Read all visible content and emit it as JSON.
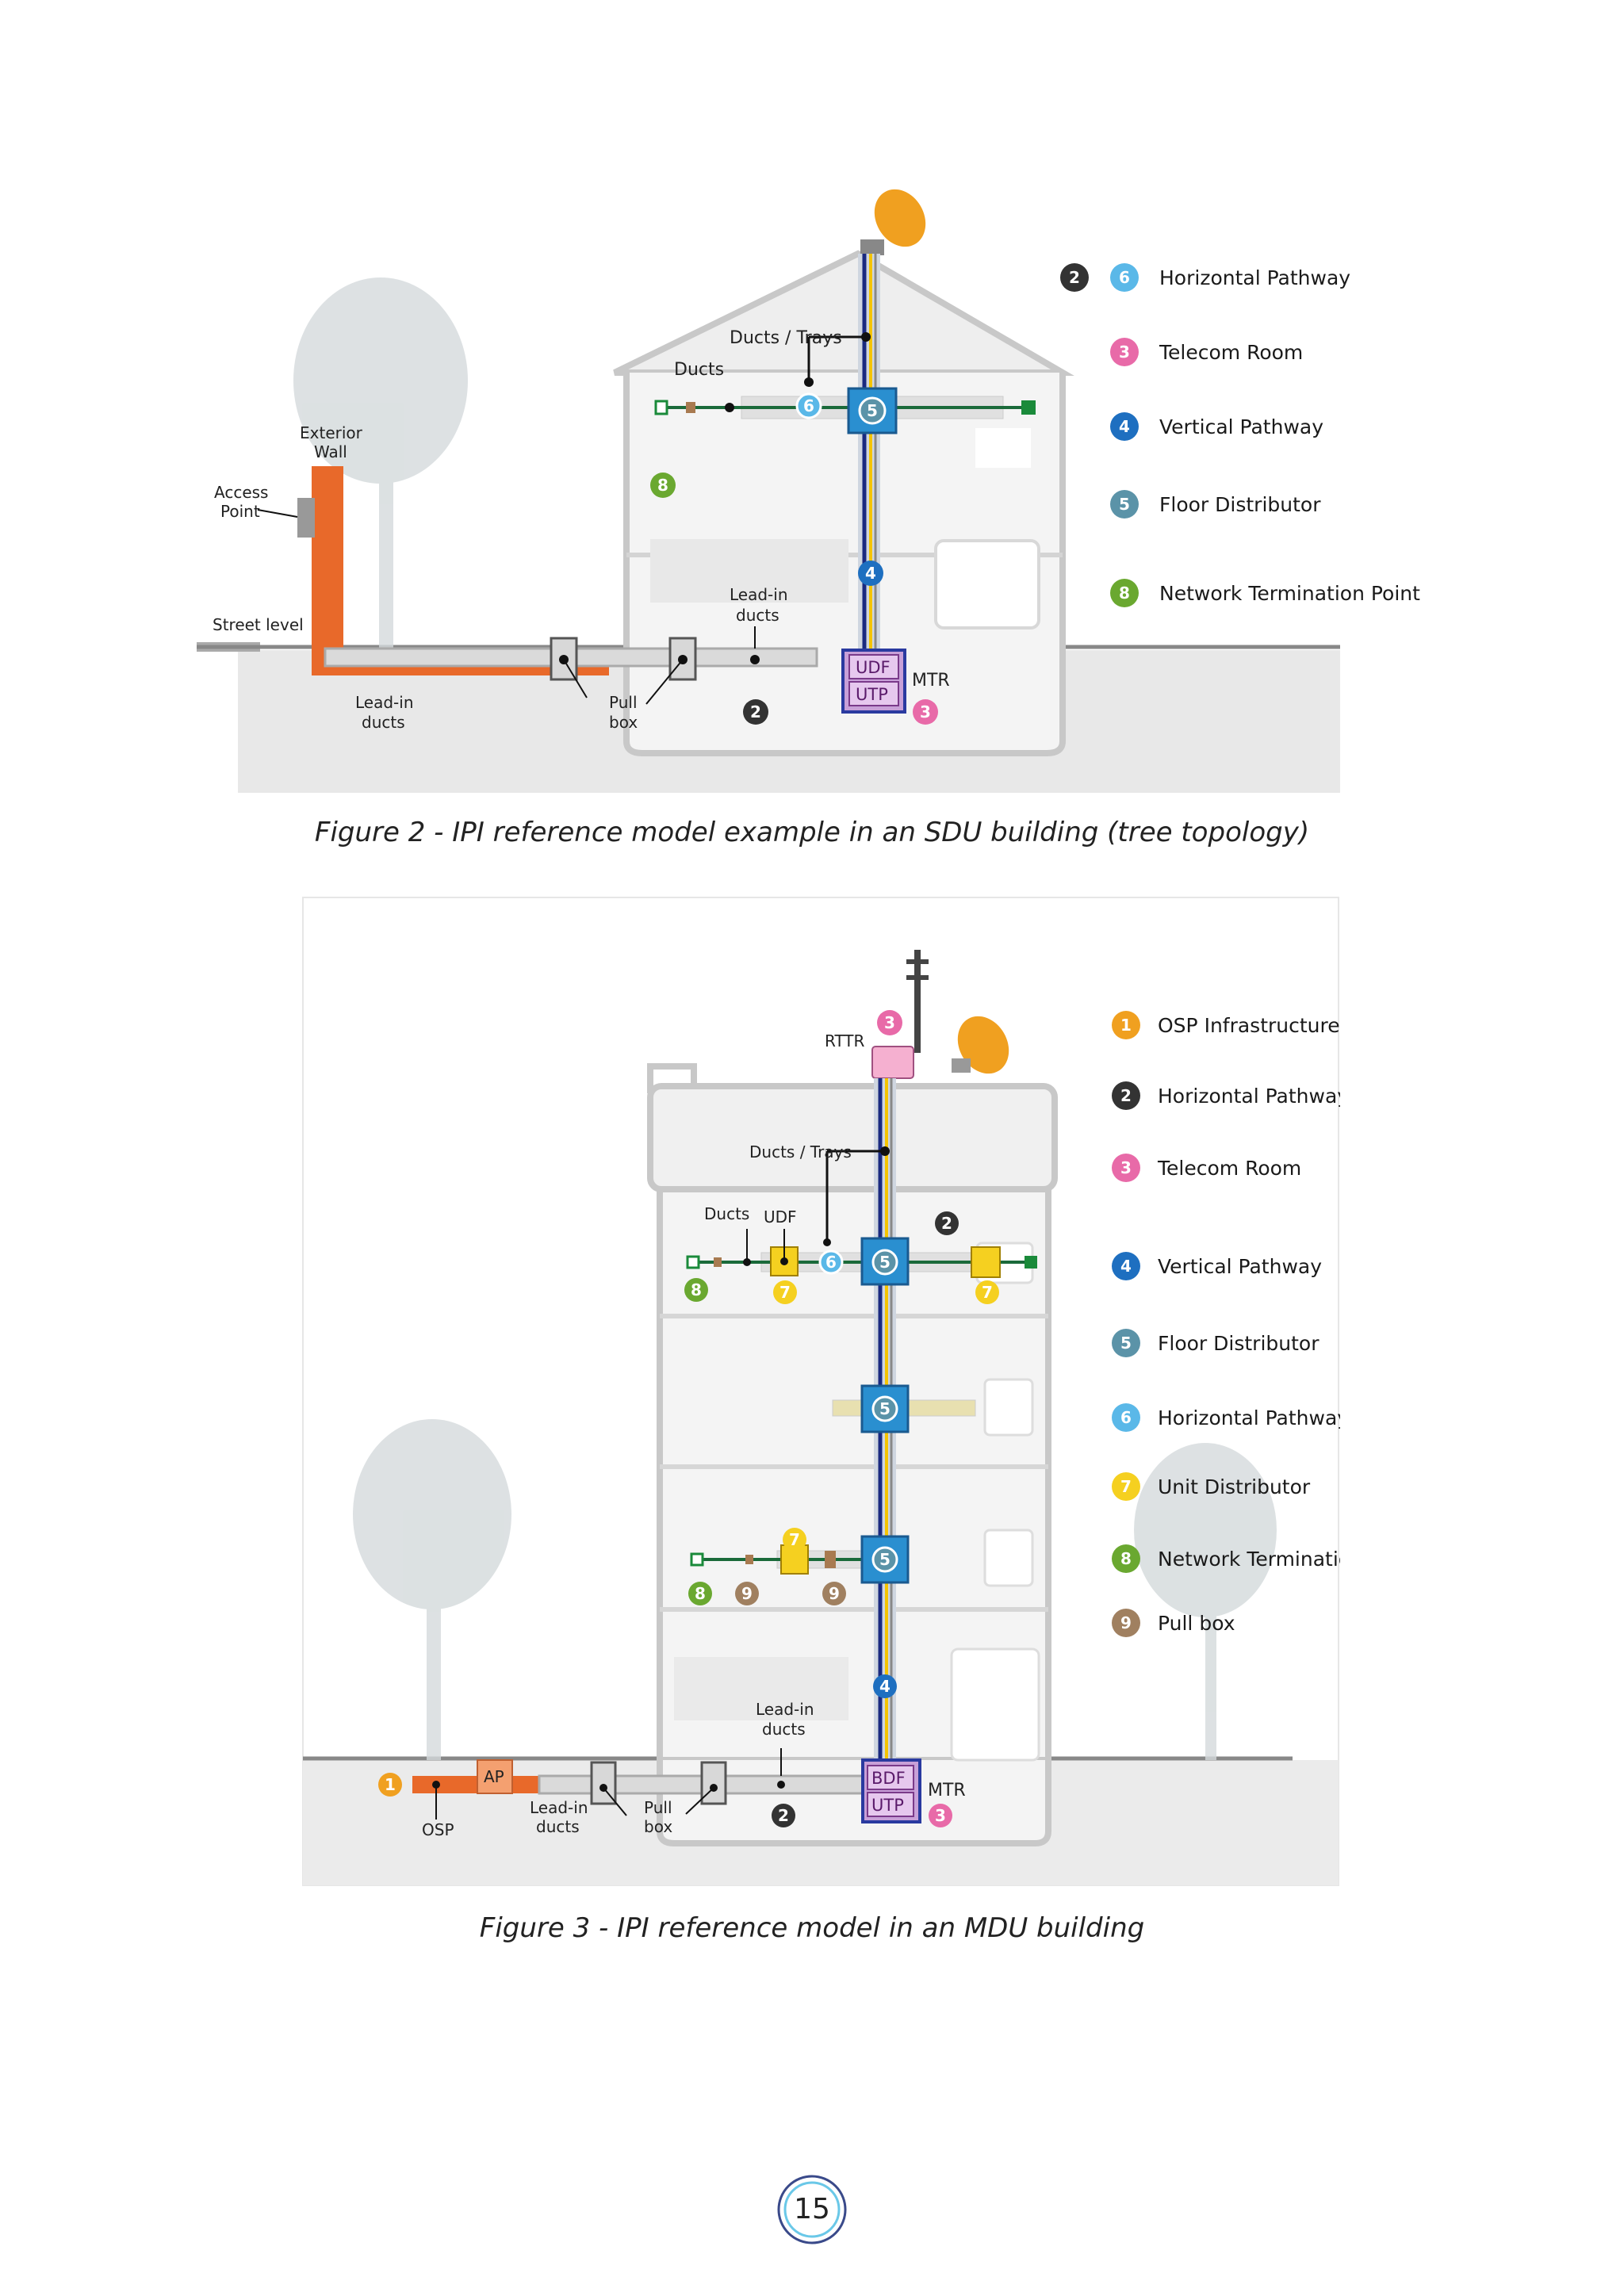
{
  "figure2": {
    "caption": "Figure 2 - IPI reference model example in an SDU building (tree topology)",
    "labels": {
      "ducts_trays": "Ducts / Trays",
      "ducts": "Ducts",
      "exterior_wall": [
        "Exterior",
        "Wall"
      ],
      "access_point": [
        "Access",
        "Point"
      ],
      "street_level": "Street level",
      "lead_in_ducts_inside": [
        "Lead-in",
        "ducts"
      ],
      "lead_in_ducts_outside": [
        "Lead-in",
        "ducts"
      ],
      "pull_box": [
        "Pull",
        "box"
      ],
      "udf": "UDF",
      "utp": "UTP",
      "mtr": "MTR"
    },
    "legend": [
      {
        "badges": [
          "2",
          "6"
        ],
        "text": "Horizontal Pathway"
      },
      {
        "badges": [
          "3"
        ],
        "text": "Telecom Room"
      },
      {
        "badges": [
          "4"
        ],
        "text": "Vertical Pathway"
      },
      {
        "badges": [
          "5"
        ],
        "text": "Floor Distributor"
      },
      {
        "badges": [
          "8"
        ],
        "text": "Network Termination Point"
      }
    ]
  },
  "figure3": {
    "caption": "Figure 3 - IPI reference model in an MDU building",
    "labels": {
      "rttr": "RTTR",
      "ducts_trays": "Ducts / Trays",
      "ducts": "Ducts",
      "udf": "UDF",
      "ap": "AP",
      "osp": "OSP",
      "lead_in_ducts_inside": [
        "Lead-in",
        "ducts"
      ],
      "lead_in_ducts_outside": [
        "Lead-in",
        "ducts"
      ],
      "pull_box": [
        "Pull",
        "box"
      ],
      "bdf": "BDF",
      "utp": "UTP",
      "mtr": "MTR"
    },
    "legend": [
      {
        "badges": [
          "1"
        ],
        "text": "OSP Infrastructure"
      },
      {
        "badges": [
          "2"
        ],
        "text": "Horizontal Pathway"
      },
      {
        "badges": [
          "3"
        ],
        "text": "Telecom Room"
      },
      {
        "badges": [
          "4"
        ],
        "text": "Vertical Pathway"
      },
      {
        "badges": [
          "5"
        ],
        "text": "Floor Distributor"
      },
      {
        "badges": [
          "6"
        ],
        "text": "Horizontal Pathway"
      },
      {
        "badges": [
          "7"
        ],
        "text": "Unit Distributor"
      },
      {
        "badges": [
          "8"
        ],
        "text": "Network Termination Point"
      },
      {
        "badges": [
          "9"
        ],
        "text": "Pull box"
      }
    ]
  },
  "badge_colors": {
    "1": "#f0a020",
    "2": "#333333",
    "3": "#e86aa8",
    "4": "#1e6fc0",
    "5": "#5b93a8",
    "6": "#5ab8e8",
    "7": "#f5d020",
    "8": "#6aa830",
    "9": "#a08060"
  },
  "colors": {
    "osp_duct": "#e8692a",
    "distributor": "#2a8fd0",
    "telecom_room_box": "#c8a0d8",
    "unit_distributor": "#f5d020",
    "ntp": "#1a8a3a",
    "rttr_box": "#f5b0d0",
    "ap_box": "#f4a070",
    "page_rule": "#4a90c8"
  },
  "page_number": "15"
}
